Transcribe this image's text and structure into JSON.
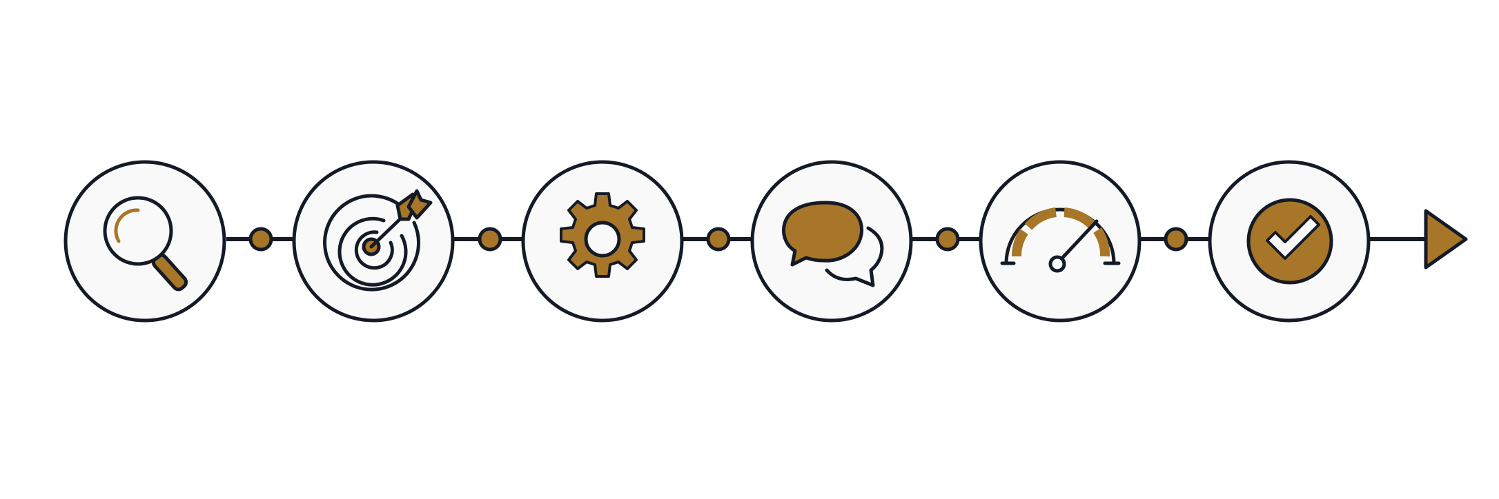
{
  "diagram": {
    "type": "process-flow",
    "direction": "left-to-right",
    "colors": {
      "outline": "#141a26",
      "accent": "#a87628",
      "disc_fill": "#f9f9f9",
      "background": "#ffffff"
    },
    "steps": [
      {
        "icon": "magnifying-glass-icon"
      },
      {
        "icon": "target-with-arrow-icon"
      },
      {
        "icon": "gear-icon"
      },
      {
        "icon": "speech-bubbles-icon"
      },
      {
        "icon": "speedometer-gauge-icon"
      },
      {
        "icon": "checkmark-badge-icon"
      }
    ],
    "connector_nodes": 5,
    "end_marker": "arrowhead"
  }
}
